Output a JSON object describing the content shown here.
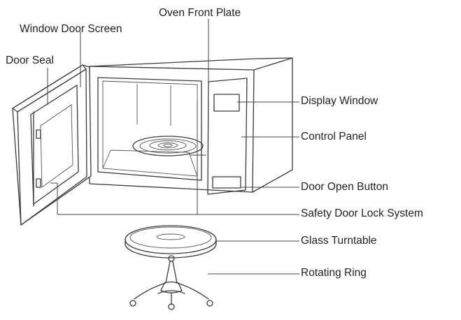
{
  "labels": {
    "oven_front_plate": "Oven Front Plate",
    "window_door_screen": "Window Door Screen",
    "door_seal": "Door Seal",
    "display_window": "Display Window",
    "control_panel": "Control Panel",
    "door_open_button": "Door Open Button",
    "safety_door_lock_system": "Safety Door Lock System",
    "glass_turntable": "Glass Turntable",
    "rotating_ring": "Rotating Ring"
  },
  "colors": {
    "line": "#3a3a3a",
    "text": "#222222",
    "background": "#ffffff"
  }
}
